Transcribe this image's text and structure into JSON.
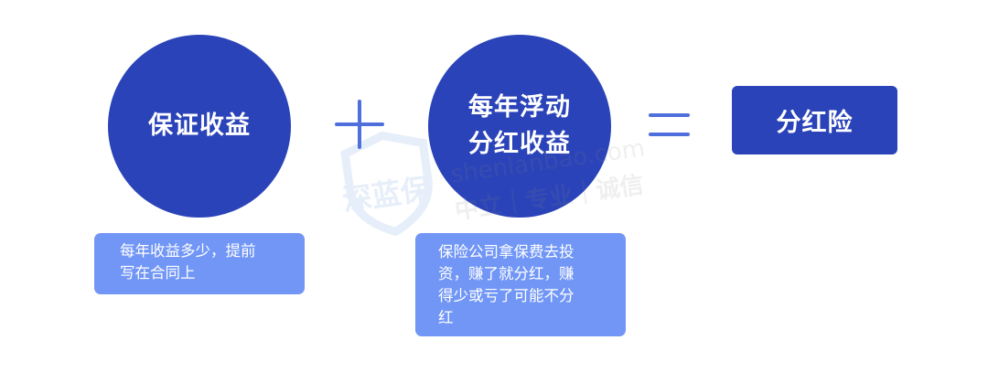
{
  "colors": {
    "circle": "#2a43b8",
    "note": "#7196f6",
    "operator": "#4f6fdc",
    "result": "#2a43b8",
    "watermark": "#4a86d8"
  },
  "circles": [
    {
      "lines": [
        "保证收益"
      ]
    },
    {
      "lines": [
        "每年浮动",
        "分红收益"
      ]
    }
  ],
  "operators": {
    "plus": "+",
    "equals": "="
  },
  "result": {
    "label": "分红险"
  },
  "notes": [
    {
      "lines": [
        "每年收益多少，提前",
        "写在合同上"
      ]
    },
    {
      "lines": [
        "保险公司拿保费去投",
        "资，赚了就分红，赚",
        "得少或亏了可能不分",
        "红"
      ]
    }
  ],
  "watermark": {
    "logo": "深蓝保",
    "domain": "shenlanbao.com",
    "slogan": "中立｜专业｜诚信"
  }
}
